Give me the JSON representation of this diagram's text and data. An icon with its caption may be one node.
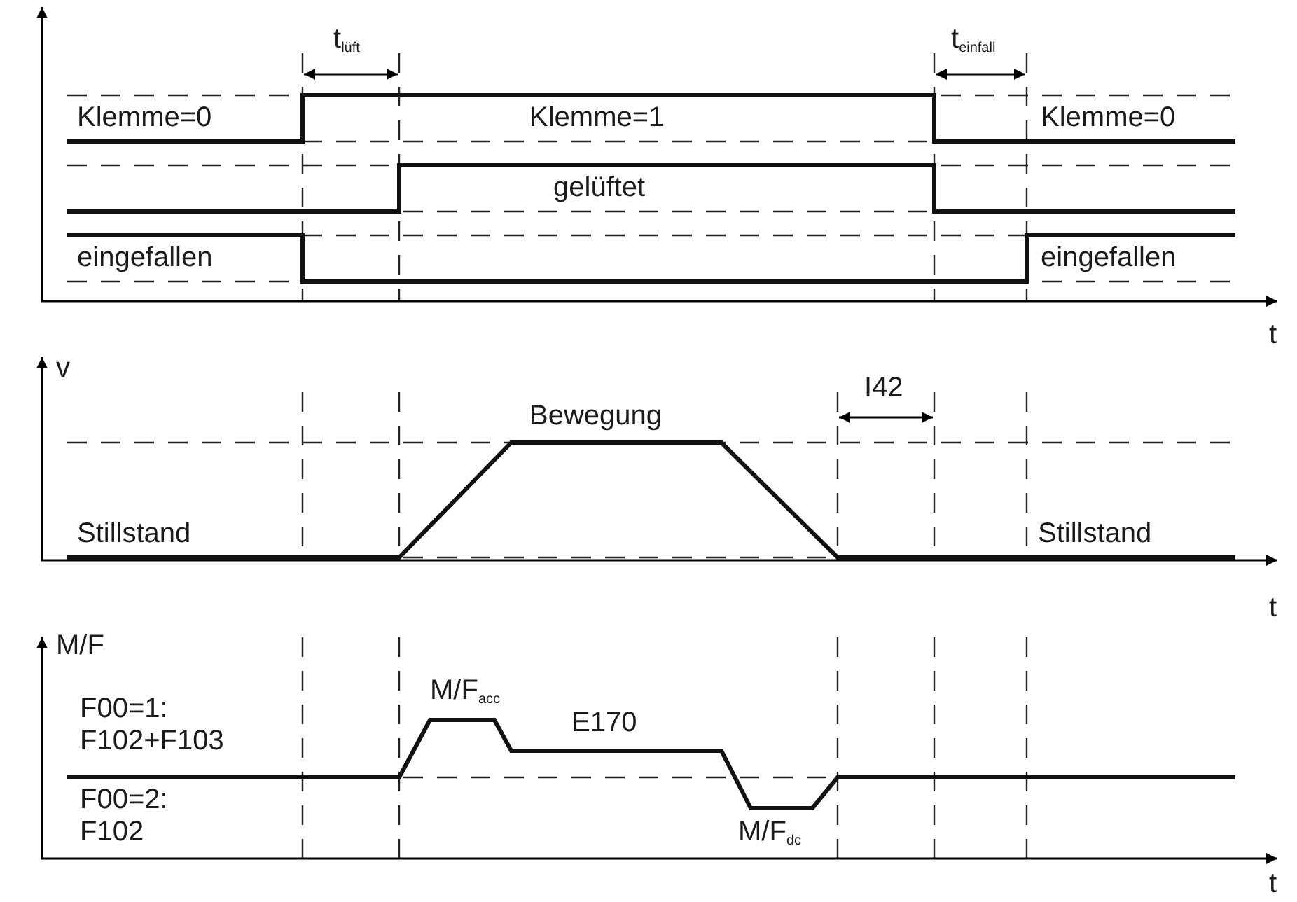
{
  "diagram": {
    "labels": [
      "t$_{lüft}$",
      "t$_{einfall}$",
      "Klemme=0",
      "Klemme=1",
      "Klemme=0",
      "gelüftet",
      "eingefallen",
      "eingefallen",
      "t",
      "v",
      "I42",
      "Bewegung",
      "Stillstand",
      "Stillstand",
      "t",
      "M/F",
      "M/F$_{acc}$",
      "E170",
      "F00=1: F102+F103",
      "F00=2: F102",
      "M/F$_{dc}$",
      "t"
    ]
  }
}
